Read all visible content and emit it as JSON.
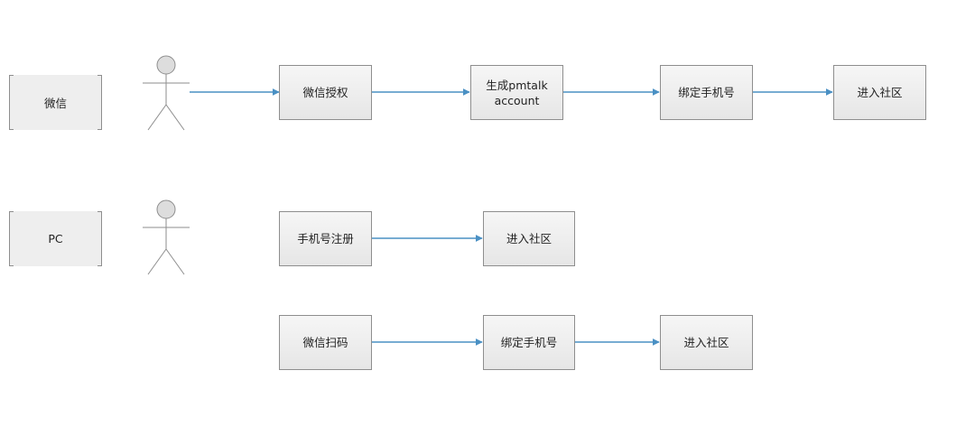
{
  "colors": {
    "arrow": "#4a90c4",
    "box_border": "#8e8e8e",
    "actor_fill": "#dddddd"
  },
  "lanes": [
    {
      "label": "微信",
      "steps": [
        "微信授权",
        "生成pmtalk account",
        "绑定手机号",
        "进入社区"
      ]
    },
    {
      "label": "PC",
      "flows": [
        [
          "手机号注册",
          "进入社区"
        ],
        [
          "微信扫码",
          "绑定手机号",
          "进入社区"
        ]
      ]
    }
  ],
  "icons": [
    "actor-icon",
    "arrow-icon"
  ]
}
